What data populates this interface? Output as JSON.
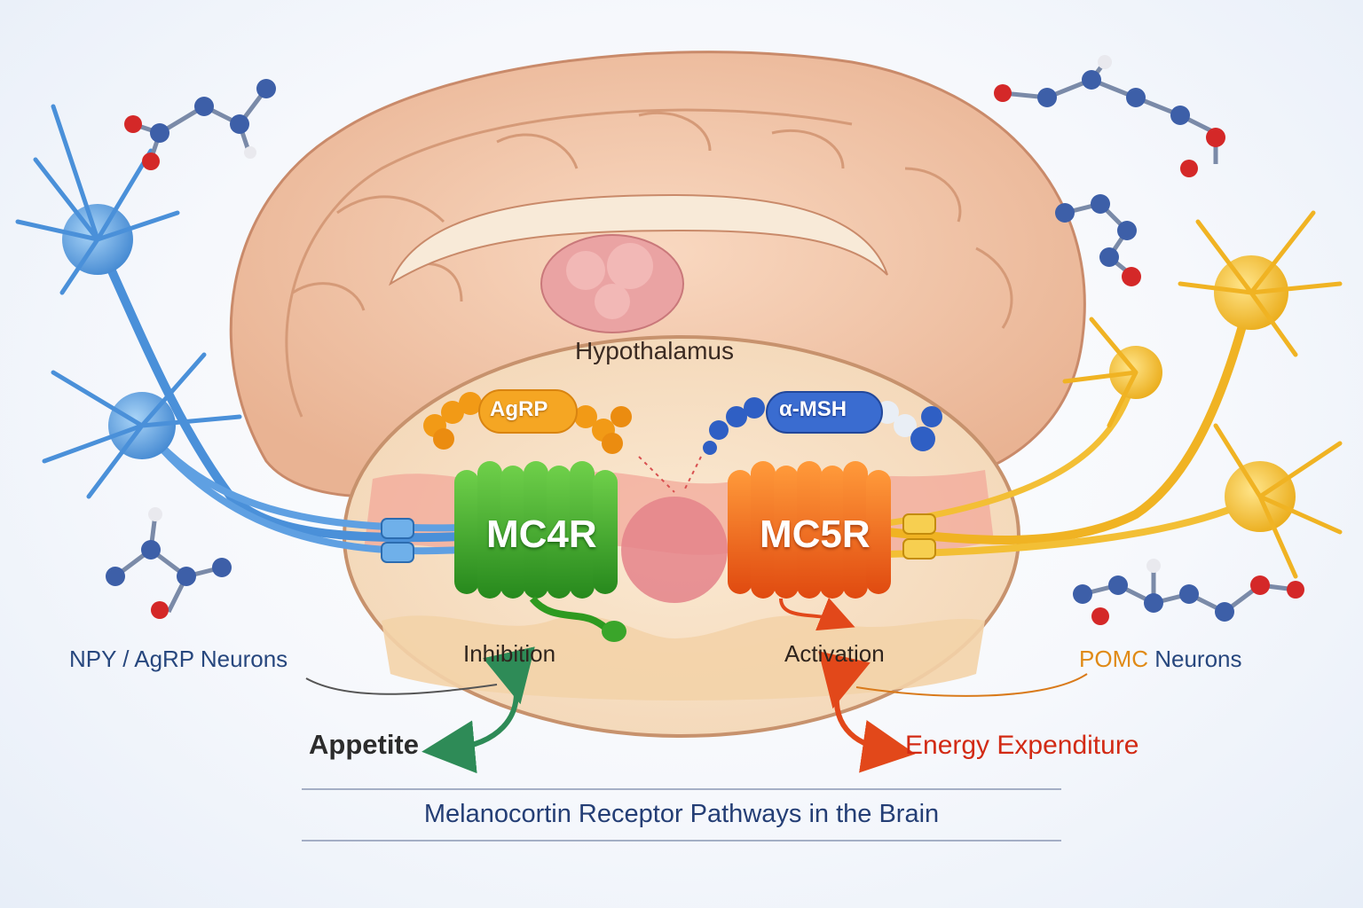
{
  "labels": {
    "hypothalamus": "Hypothalamus",
    "agrp": "AgRP",
    "amsh": "α-MSH",
    "mc4r": "MC4R",
    "mc5r": "MC5R",
    "npy_neurons": "NPY / AgRP Neurons",
    "pomc_prefix": "POMC",
    "pomc_suffix": " Neurons",
    "inhibition": "Inhibition",
    "activation": "Activation",
    "appetite": "Appetite",
    "energy": "Energy Expenditure",
    "footer": "Melanocortin Receptor Pathways in the Brain"
  },
  "colors": {
    "npy_neuron": "#4a90d9",
    "pomc_neuron": "#f0b323",
    "mc4r": "#3aa52a",
    "mc5r": "#f06a14",
    "agrp_peptide": "#f29a16",
    "amsh_peptide": "#2f5fc4",
    "appetite_arrow": "#2e8b57",
    "energy_arrow": "#e2481a"
  },
  "icons": [
    "brain-illustration",
    "hypothalamus-section",
    "npy-neuron",
    "pomc-neuron",
    "molecule-model",
    "receptor-mc4r",
    "receptor-mc5r"
  ]
}
